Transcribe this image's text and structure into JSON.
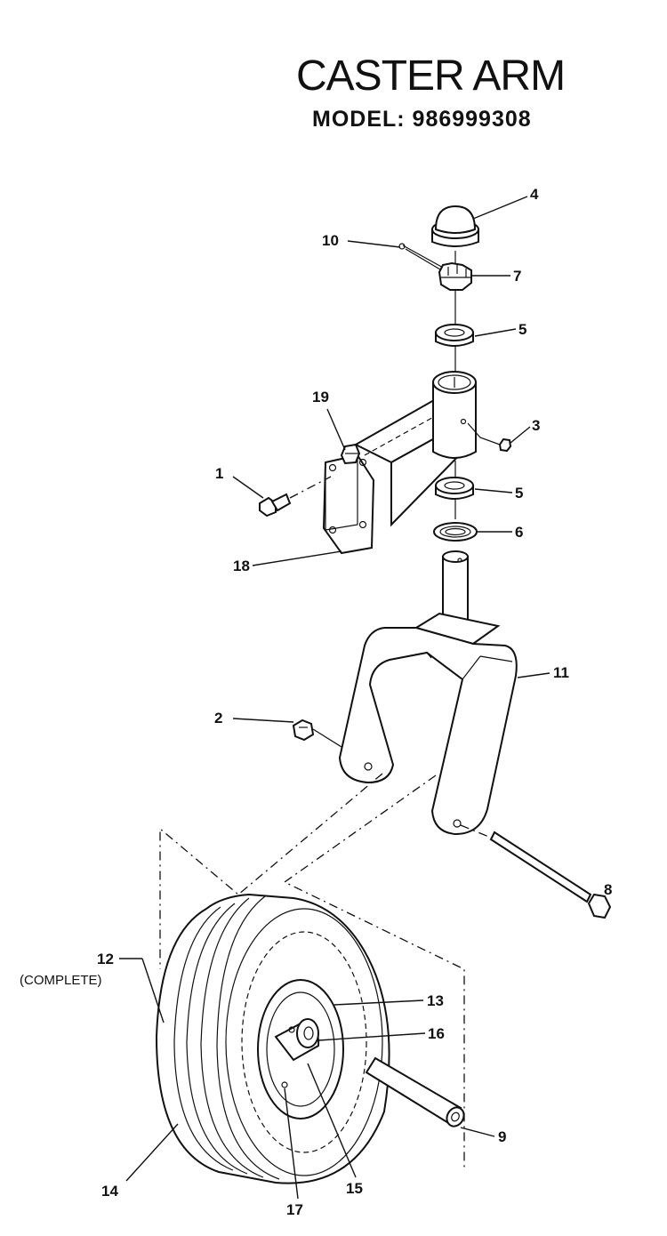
{
  "header": {
    "title": "CASTER ARM",
    "model": "MODEL:  986999308"
  },
  "callouts": [
    {
      "id": "c1",
      "text": "1"
    },
    {
      "id": "c2",
      "text": "2"
    },
    {
      "id": "c3",
      "text": "3"
    },
    {
      "id": "c4",
      "text": "4"
    },
    {
      "id": "c5a",
      "text": "5"
    },
    {
      "id": "c5b",
      "text": "5"
    },
    {
      "id": "c6",
      "text": "6"
    },
    {
      "id": "c7",
      "text": "7"
    },
    {
      "id": "c8",
      "text": "8"
    },
    {
      "id": "c9",
      "text": "9"
    },
    {
      "id": "c10",
      "text": "10"
    },
    {
      "id": "c11",
      "text": "11"
    },
    {
      "id": "c12",
      "text": "12"
    },
    {
      "id": "c12note",
      "text": "(COMPLETE)"
    },
    {
      "id": "c13",
      "text": "13"
    },
    {
      "id": "c14",
      "text": "14"
    },
    {
      "id": "c15",
      "text": "15"
    },
    {
      "id": "c16",
      "text": "16"
    },
    {
      "id": "c17",
      "text": "17"
    },
    {
      "id": "c18",
      "text": "18"
    },
    {
      "id": "c19",
      "text": "19"
    }
  ]
}
